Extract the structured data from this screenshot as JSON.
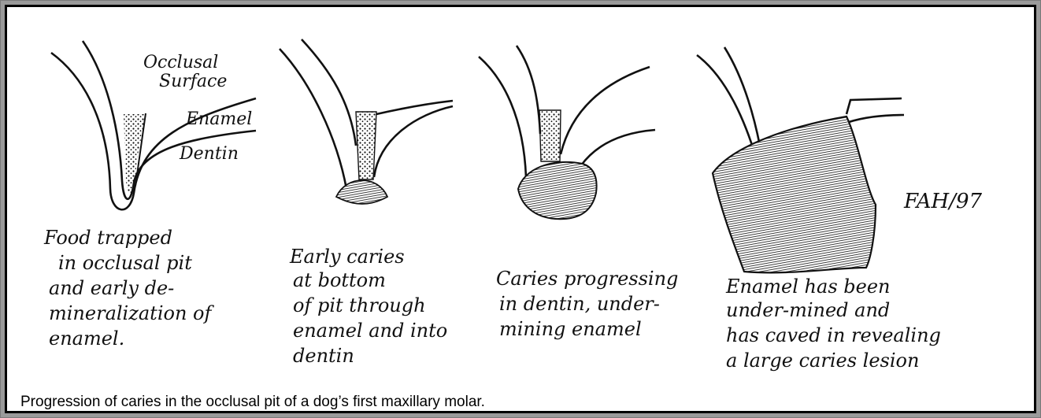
{
  "figure": {
    "caption": "Progression of caries in the occlusal pit of a dog’s first maxillary molar.",
    "signature": "FAH/97",
    "labels": {
      "occlusal_surface_line1": "Occlusal",
      "occlusal_surface_line2": "Surface",
      "enamel": "Enamel",
      "dentin": "Dentin"
    },
    "panels": [
      {
        "stage": 1,
        "note_lines": [
          "Food trapped",
          "in occlusal pit",
          "and early de-",
          "mineralization of",
          "enamel."
        ]
      },
      {
        "stage": 2,
        "note_lines": [
          "Early caries",
          "at bottom",
          "of pit through",
          "enamel and into",
          "dentin"
        ]
      },
      {
        "stage": 3,
        "note_lines": [
          "Caries progressing",
          "in dentin, under-",
          "mining enamel"
        ]
      },
      {
        "stage": 4,
        "note_lines": [
          "Enamel has been",
          "under-mined and",
          "has caved in revealing",
          "a large caries lesion"
        ]
      }
    ],
    "colors": {
      "ink": "#111111",
      "frame_gray": "#9a9a9a",
      "border": "#000000"
    }
  }
}
